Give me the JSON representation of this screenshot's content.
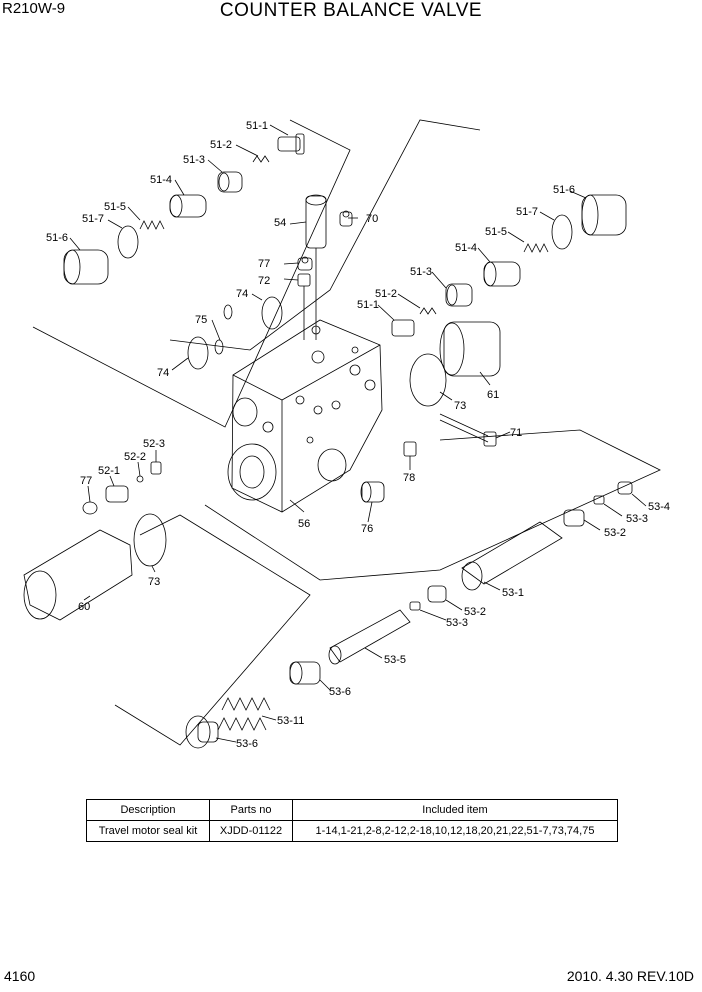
{
  "header": {
    "model": "R210W-9",
    "title": "COUNTER BALANCE VALVE"
  },
  "callouts": {
    "c51_1a": "51-1",
    "c51_2a": "51-2",
    "c51_3a": "51-3",
    "c51_4a": "51-4",
    "c51_5a": "51-5",
    "c51_7a": "51-7",
    "c51_6a": "51-6",
    "c54": "54",
    "c70": "70",
    "c77a": "77",
    "c72": "72",
    "c74a": "74",
    "c75": "75",
    "c74b": "74",
    "c51_6b": "51-6",
    "c51_7b": "51-7",
    "c51_5b": "51-5",
    "c51_4b": "51-4",
    "c51_3b": "51-3",
    "c51_2b": "51-2",
    "c51_1b": "51-1",
    "c73a": "73",
    "c61": "61",
    "c71": "71",
    "c52_3": "52-3",
    "c52_2": "52-2",
    "c52_1": "52-1",
    "c77b": "77",
    "c78": "78",
    "c56": "56",
    "c76": "76",
    "c73b": "73",
    "c60": "60",
    "c53_4": "53-4",
    "c53_3a": "53-3",
    "c53_2a": "53-2",
    "c53_1": "53-1",
    "c53_2b": "53-2",
    "c53_3b": "53-3",
    "c53_5": "53-5",
    "c53_6a": "53-6",
    "c53_11": "53-11",
    "c53_6b": "53-6"
  },
  "kit_table": {
    "headers": [
      "Description",
      "Parts no",
      "Included item"
    ],
    "row": [
      "Travel motor seal kit",
      "XJDD-01122",
      "1-14,1-21,2-8,2-12,2-18,10,12,18,20,21,22,51-7,73,74,75"
    ]
  },
  "footer": {
    "page": "4160",
    "date_rev": "2010. 4.30  REV.10D"
  }
}
